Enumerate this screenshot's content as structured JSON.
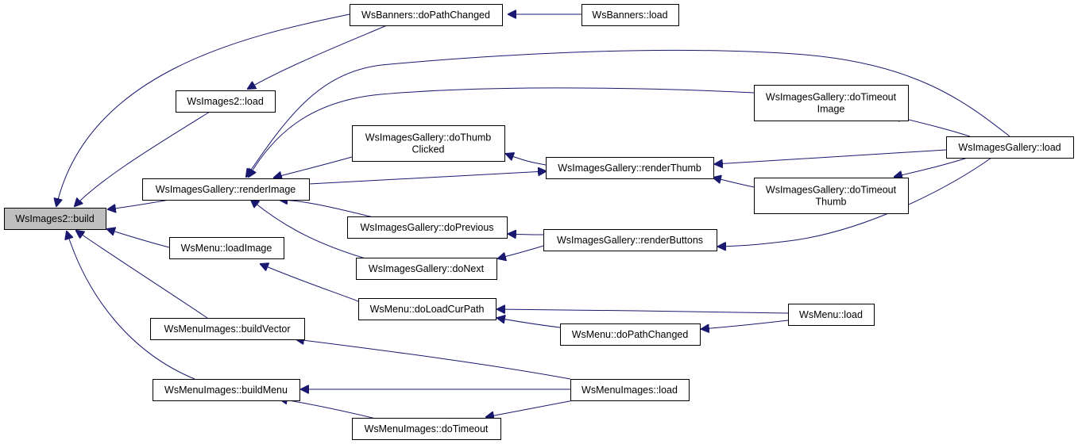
{
  "graph": {
    "nodes": [
      {
        "id": "n0",
        "lines": [
          "WsImages2::build"
        ],
        "root": true
      },
      {
        "id": "n1",
        "lines": [
          "WsBanners::doPathChanged"
        ]
      },
      {
        "id": "n2",
        "lines": [
          "WsBanners::load"
        ]
      },
      {
        "id": "n3",
        "lines": [
          "WsImages2::load"
        ]
      },
      {
        "id": "n4",
        "lines": [
          "WsImagesGallery::renderImage"
        ]
      },
      {
        "id": "n5",
        "lines": [
          "WsImagesGallery::doThumb",
          "Clicked"
        ]
      },
      {
        "id": "n6",
        "lines": [
          "WsImagesGallery::doTimeout",
          "Image"
        ]
      },
      {
        "id": "n7",
        "lines": [
          "WsImagesGallery::load"
        ]
      },
      {
        "id": "n8",
        "lines": [
          "WsImagesGallery::renderThumb"
        ]
      },
      {
        "id": "n9",
        "lines": [
          "WsImagesGallery::doTimeout",
          "Thumb"
        ]
      },
      {
        "id": "n10",
        "lines": [
          "WsImagesGallery::doPrevious"
        ]
      },
      {
        "id": "n11",
        "lines": [
          "WsImagesGallery::renderButtons"
        ]
      },
      {
        "id": "n12",
        "lines": [
          "WsImagesGallery::doNext"
        ]
      },
      {
        "id": "n13",
        "lines": [
          "WsMenu::loadImage"
        ]
      },
      {
        "id": "n14",
        "lines": [
          "WsMenu::doLoadCurPath"
        ]
      },
      {
        "id": "n15",
        "lines": [
          "WsMenu::load"
        ]
      },
      {
        "id": "n16",
        "lines": [
          "WsMenu::doPathChanged"
        ]
      },
      {
        "id": "n17",
        "lines": [
          "WsMenuImages::buildVector"
        ]
      },
      {
        "id": "n18",
        "lines": [
          "WsMenuImages::load"
        ]
      },
      {
        "id": "n19",
        "lines": [
          "WsMenuImages::buildMenu"
        ]
      },
      {
        "id": "n20",
        "lines": [
          "WsMenuImages::doTimeout"
        ]
      }
    ],
    "edges": [
      {
        "from": "n2",
        "to": "n1"
      },
      {
        "from": "n1",
        "to": "n0"
      },
      {
        "from": "n1",
        "to": "n3"
      },
      {
        "from": "n3",
        "to": "n0"
      },
      {
        "from": "n4",
        "to": "n0"
      },
      {
        "from": "n13",
        "to": "n0"
      },
      {
        "from": "n17",
        "to": "n0"
      },
      {
        "from": "n19",
        "to": "n0"
      },
      {
        "from": "n7",
        "to": "n4"
      },
      {
        "from": "n6",
        "to": "n4"
      },
      {
        "from": "n5",
        "to": "n4"
      },
      {
        "from": "n8",
        "to": "n4"
      },
      {
        "from": "n10",
        "to": "n4"
      },
      {
        "from": "n12",
        "to": "n4"
      },
      {
        "from": "n8",
        "to": "n5"
      },
      {
        "from": "n7",
        "to": "n6"
      },
      {
        "from": "n7",
        "to": "n8"
      },
      {
        "from": "n9",
        "to": "n8"
      },
      {
        "from": "n7",
        "to": "n9"
      },
      {
        "from": "n11",
        "to": "n10"
      },
      {
        "from": "n11",
        "to": "n12"
      },
      {
        "from": "n7",
        "to": "n11"
      },
      {
        "from": "n14",
        "to": "n13"
      },
      {
        "from": "n15",
        "to": "n14"
      },
      {
        "from": "n16",
        "to": "n14"
      },
      {
        "from": "n15",
        "to": "n16"
      },
      {
        "from": "n18",
        "to": "n17"
      },
      {
        "from": "n18",
        "to": "n19"
      },
      {
        "from": "n20",
        "to": "n19"
      },
      {
        "from": "n18",
        "to": "n20"
      }
    ]
  }
}
